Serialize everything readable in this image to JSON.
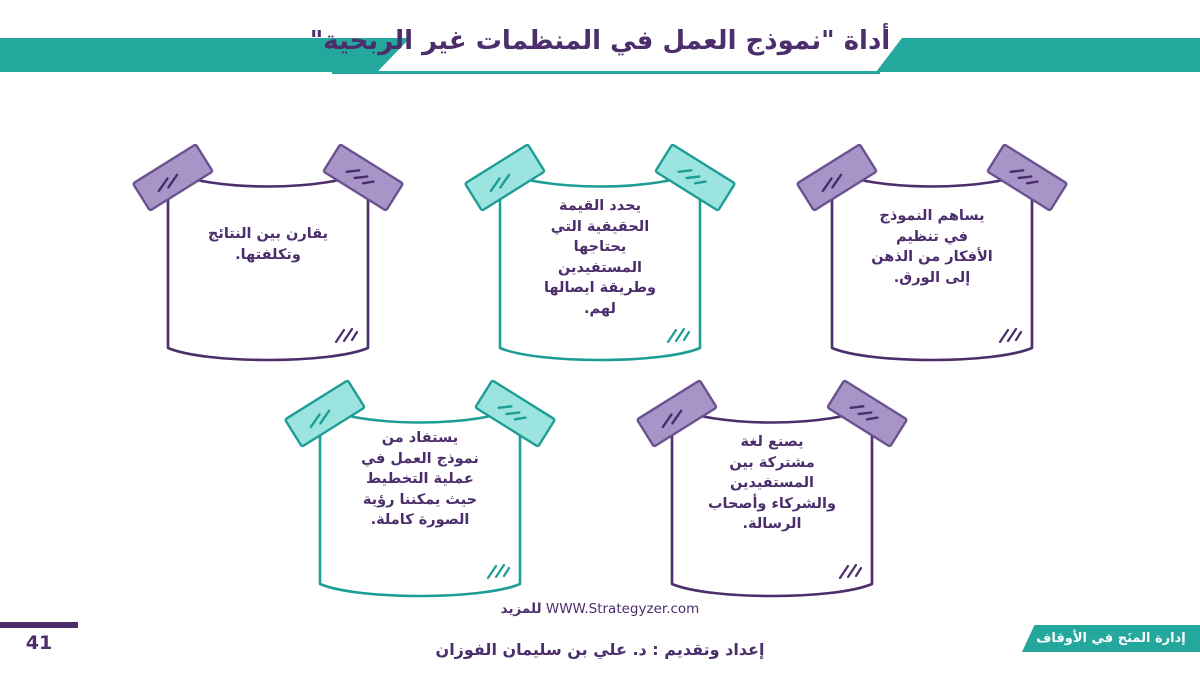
{
  "header": {
    "title": "أداة \"نموذج العمل في المنظمات غير الربحية\"",
    "bar_color": "#24A79D",
    "title_color": "#4B2E6B",
    "rule_color": "#24A79D"
  },
  "theme": {
    "purple": "#4B2E6B",
    "purple_tape_fill": "#A895C8",
    "purple_tape_stroke": "#6B5190",
    "teal": "#1D9D95",
    "teal_tape_fill": "#9CE4DF",
    "teal_tape_stroke": "#1D9D95",
    "card_fill": "#FFFFFF",
    "white": "#FFFFFF"
  },
  "cards": [
    {
      "id": "card-1",
      "accent": "purple",
      "tape_fill": "#A895C8",
      "stroke": "#4B2E6B",
      "text": "يقارن بين النتائج\nوتكلفتها."
    },
    {
      "id": "card-2",
      "accent": "teal",
      "tape_fill": "#9CE4DF",
      "stroke": "#1D9D95",
      "text": "يحدد القيمة\nالحقيقية التي\nيحتاجها\nالمستفيدين\nوطريقة ايصالها\nلهم."
    },
    {
      "id": "card-3",
      "accent": "purple",
      "tape_fill": "#A895C8",
      "stroke": "#4B2E6B",
      "text": "يساهم  النموذج\nفي تنظيم\nالأفكار من الذهن\nإلى الورق."
    },
    {
      "id": "card-4",
      "accent": "teal",
      "tape_fill": "#9CE4DF",
      "stroke": "#1D9D95",
      "text": "يستفاد من\nنموذج العمل في\nعملية التخطيط\nحيث يمكننا رؤية\nالصورة كاملة."
    },
    {
      "id": "card-5",
      "accent": "purple",
      "tape_fill": "#A895C8",
      "stroke": "#4B2E6B",
      "text": "يصنع لغة\nمشتركة بين\nالمستفيدين\nوالشركاء وأصحاب\nالرسالة."
    }
  ],
  "footer": {
    "more_label": "للمزيد",
    "more_url": "WWW.Strategyzer.com",
    "author": "إعداد وتقديم : د. علي بن سليمان الفوزان",
    "page_number": "41",
    "org_badge": "إدارة المنَح في الأوقاف",
    "org_badge_color": "#24A79D"
  }
}
